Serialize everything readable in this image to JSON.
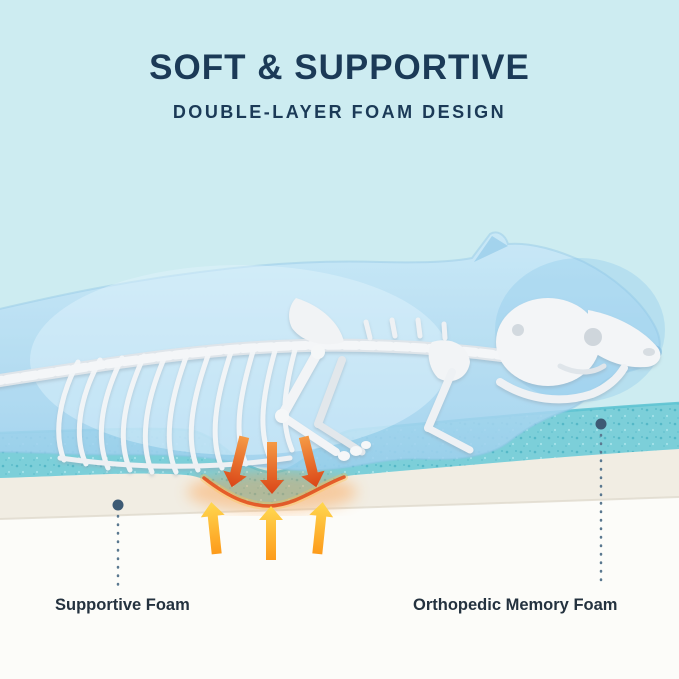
{
  "header": {
    "title": "SOFT & SUPPORTIVE",
    "subtitle": "DOUBLE-LAYER FOAM DESIGN"
  },
  "diagram": {
    "labels": {
      "supportive_foam": "Supportive Foam",
      "orthopedic_memory_foam": "Orthopedic Memory Foam"
    },
    "icons": {
      "pressure_arrows": "pressure-down-arrow",
      "support_arrows": "support-up-arrow",
      "leader_dots": "leader-dot"
    },
    "colors": {
      "background_top": "#cdecf1",
      "background_bottom": "#fbfbf8",
      "title_text": "#1b3a57",
      "label_text": "#24323f",
      "memory_foam_teal": "#7ccfd9",
      "supportive_foam_cream": "#f1ede3",
      "pressure_arrow": "#dd4a1c",
      "support_arrow": "#ffb42e",
      "dog_body_blue": "#a9d6ee",
      "bone_white": "#f3f5f7",
      "glow_orange": "#ff8c3a"
    }
  }
}
